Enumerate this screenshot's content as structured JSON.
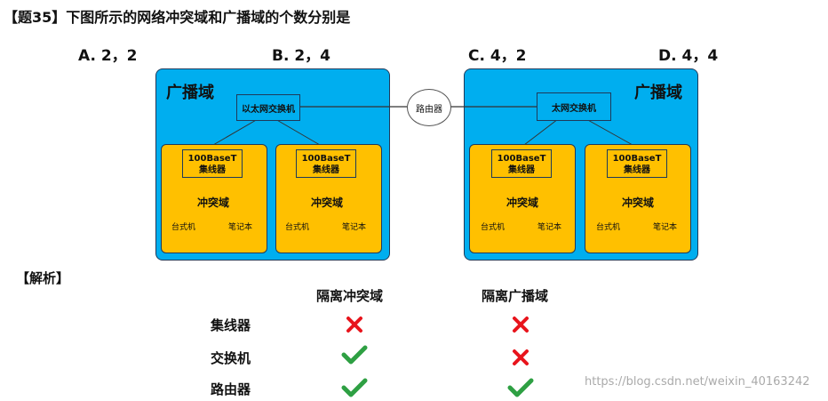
{
  "question": "【题35】下图所示的网络冲突域和广播域的个数分别是",
  "options": [
    "A. 2，2",
    "B. 2，4",
    "C. 4，2",
    "D. 4，4"
  ],
  "diagram": {
    "broadcast_label": "广播域",
    "switch_label": "以太网交换机",
    "switch_label_right": "太网交换机",
    "router_label": "路由器",
    "hub_line1": "100BaseT",
    "hub_line2": "集线器",
    "collision_label": "冲突域",
    "desktop_label": "台式机",
    "laptop_label": "笔记本"
  },
  "analysis": {
    "title": "【解析】",
    "columns": [
      "隔离冲突域",
      "隔离广播域"
    ],
    "rows": [
      {
        "device": "集线器",
        "isolates_collision": false,
        "isolates_broadcast": false
      },
      {
        "device": "交换机",
        "isolates_collision": true,
        "isolates_broadcast": false
      },
      {
        "device": "路由器",
        "isolates_collision": true,
        "isolates_broadcast": true
      }
    ]
  },
  "colors": {
    "broadcast_domain": "#00aeef",
    "collision_domain": "#ffc000",
    "cross": "#e8141c",
    "check": "#2ea043"
  },
  "watermark": "https://blog.csdn.net/weixin_40163242"
}
